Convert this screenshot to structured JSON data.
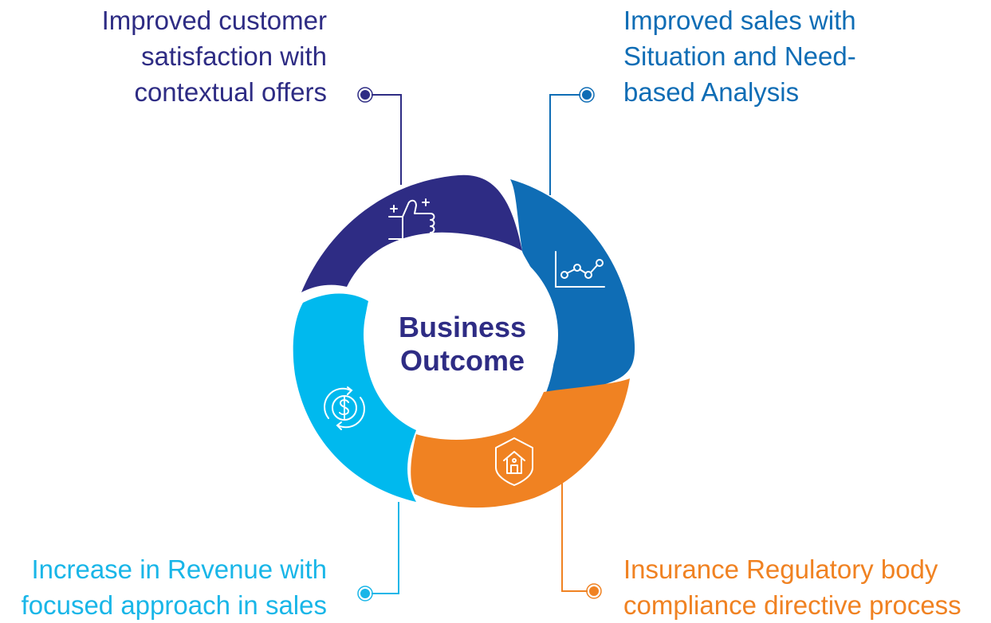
{
  "center": {
    "line1": "Business",
    "line2": "Outcome"
  },
  "colors": {
    "navy": "#2e2c84",
    "blue": "#0f6db5",
    "orange": "#f08222",
    "cyan": "#19b6e8"
  },
  "outcomes": {
    "customer_satisfaction": {
      "lines": [
        "Improved customer",
        "satisfaction with",
        "contextual offers"
      ],
      "icon": "thumbs-up-icon"
    },
    "sales_analysis": {
      "lines": [
        "Improved sales with",
        "Situation and Need-",
        "based Analysis"
      ],
      "icon": "line-chart-icon"
    },
    "revenue": {
      "lines": [
        "Increase in Revenue with",
        "focused approach in sales"
      ],
      "icon": "dollar-cycle-icon"
    },
    "compliance": {
      "lines": [
        "Insurance Regulatory body",
        "compliance directive process"
      ],
      "icon": "shield-house-icon"
    }
  }
}
